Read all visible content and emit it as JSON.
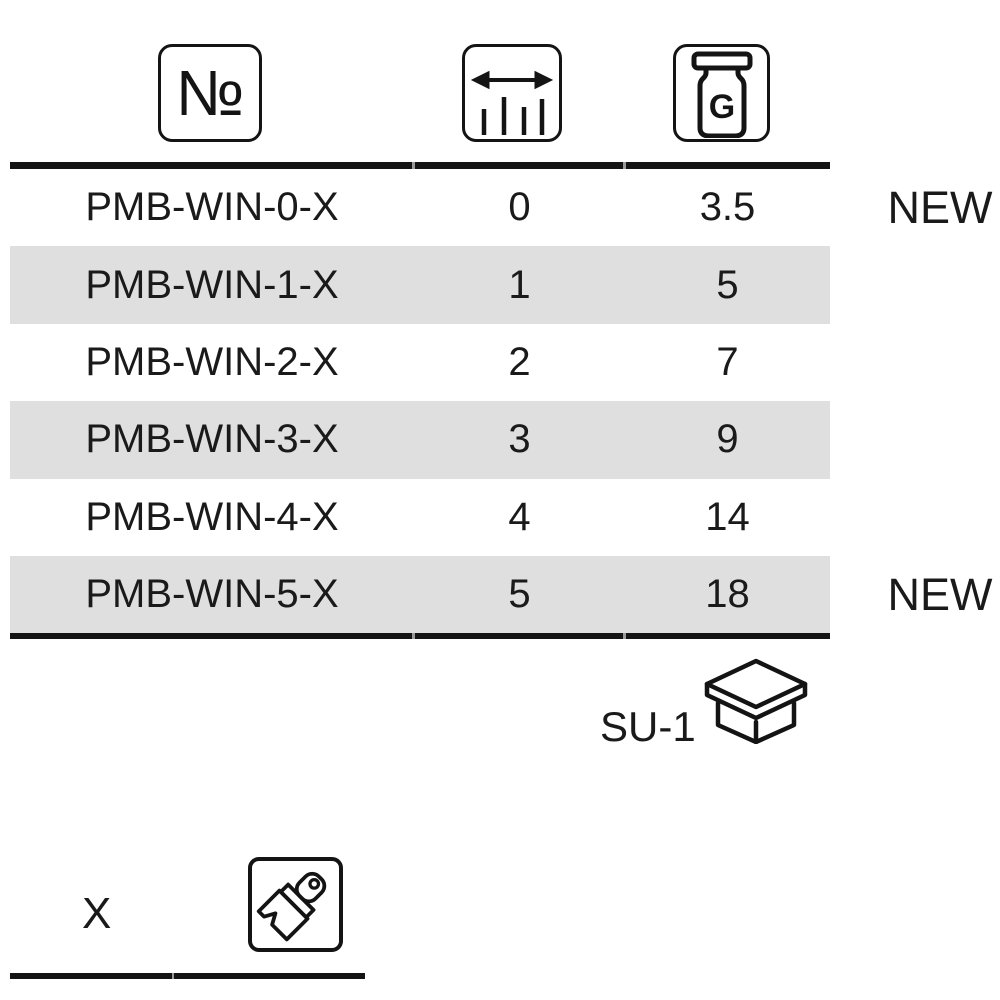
{
  "colors": {
    "ink": "#141414",
    "text": "#1a1a1a",
    "stripe": "#dfdfdf",
    "background": "#ffffff"
  },
  "header": {
    "columns": [
      {
        "id": "article-number",
        "icon": "numero-icon",
        "symbol": "№"
      },
      {
        "id": "size",
        "icon": "width-range-icon"
      },
      {
        "id": "weight",
        "icon": "weight-grams-icon",
        "unit_letter": "G"
      }
    ]
  },
  "table": {
    "rows": [
      {
        "article": "PMB-WIN-0-X",
        "size": "0",
        "weight_g": "3.5",
        "badge": "NEW"
      },
      {
        "article": "PMB-WIN-1-X",
        "size": "1",
        "weight_g": "5",
        "badge": ""
      },
      {
        "article": "PMB-WIN-2-X",
        "size": "2",
        "weight_g": "7",
        "badge": ""
      },
      {
        "article": "PMB-WIN-3-X",
        "size": "3",
        "weight_g": "9",
        "badge": ""
      },
      {
        "article": "PMB-WIN-4-X",
        "size": "4",
        "weight_g": "14",
        "badge": ""
      },
      {
        "article": "PMB-WIN-5-X",
        "size": "5",
        "weight_g": "18",
        "badge": "NEW"
      }
    ]
  },
  "packaging": {
    "label": "SU-1",
    "icon": "shipping-box-icon"
  },
  "finish": {
    "label": "X",
    "icon": "paintbrush-icon"
  }
}
